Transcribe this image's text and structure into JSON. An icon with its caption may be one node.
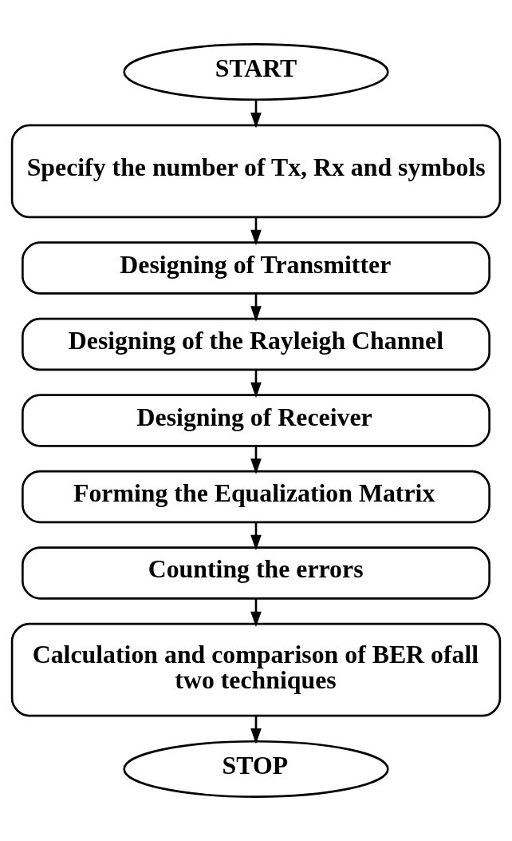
{
  "diagram": {
    "nodes": [
      {
        "text": [
          "START"
        ]
      },
      {
        "text": [
          "Specify the number of Tx, Rx and symbols"
        ]
      },
      {
        "text": [
          "Designing of Transmitter"
        ]
      },
      {
        "text": [
          "Designing of the Rayleigh Channel"
        ]
      },
      {
        "text": [
          "Designing of Receiver"
        ]
      },
      {
        "text": [
          "Forming the Equalization Matrix"
        ]
      },
      {
        "text": [
          "Counting the errors"
        ]
      },
      {
        "text": [
          "Calculation and comparison of BER ofall two techniques"
        ]
      },
      {
        "text": [
          "STOP"
        ]
      }
    ],
    "edges": [
      {
        "from": 0,
        "to": 1,
        "arrow": "to"
      },
      {
        "from": 1,
        "to": 2,
        "arrow": "to"
      },
      {
        "from": 2,
        "to": 3,
        "arrow": "to"
      },
      {
        "from": 3,
        "to": 4,
        "arrow": "to"
      },
      {
        "from": 4,
        "to": 5,
        "arrow": "to"
      },
      {
        "from": 5,
        "to": 6,
        "arrow": "to"
      },
      {
        "from": 6,
        "to": 7,
        "arrow": "to"
      },
      {
        "from": 7,
        "to": 8,
        "arrow": "to"
      }
    ]
  }
}
